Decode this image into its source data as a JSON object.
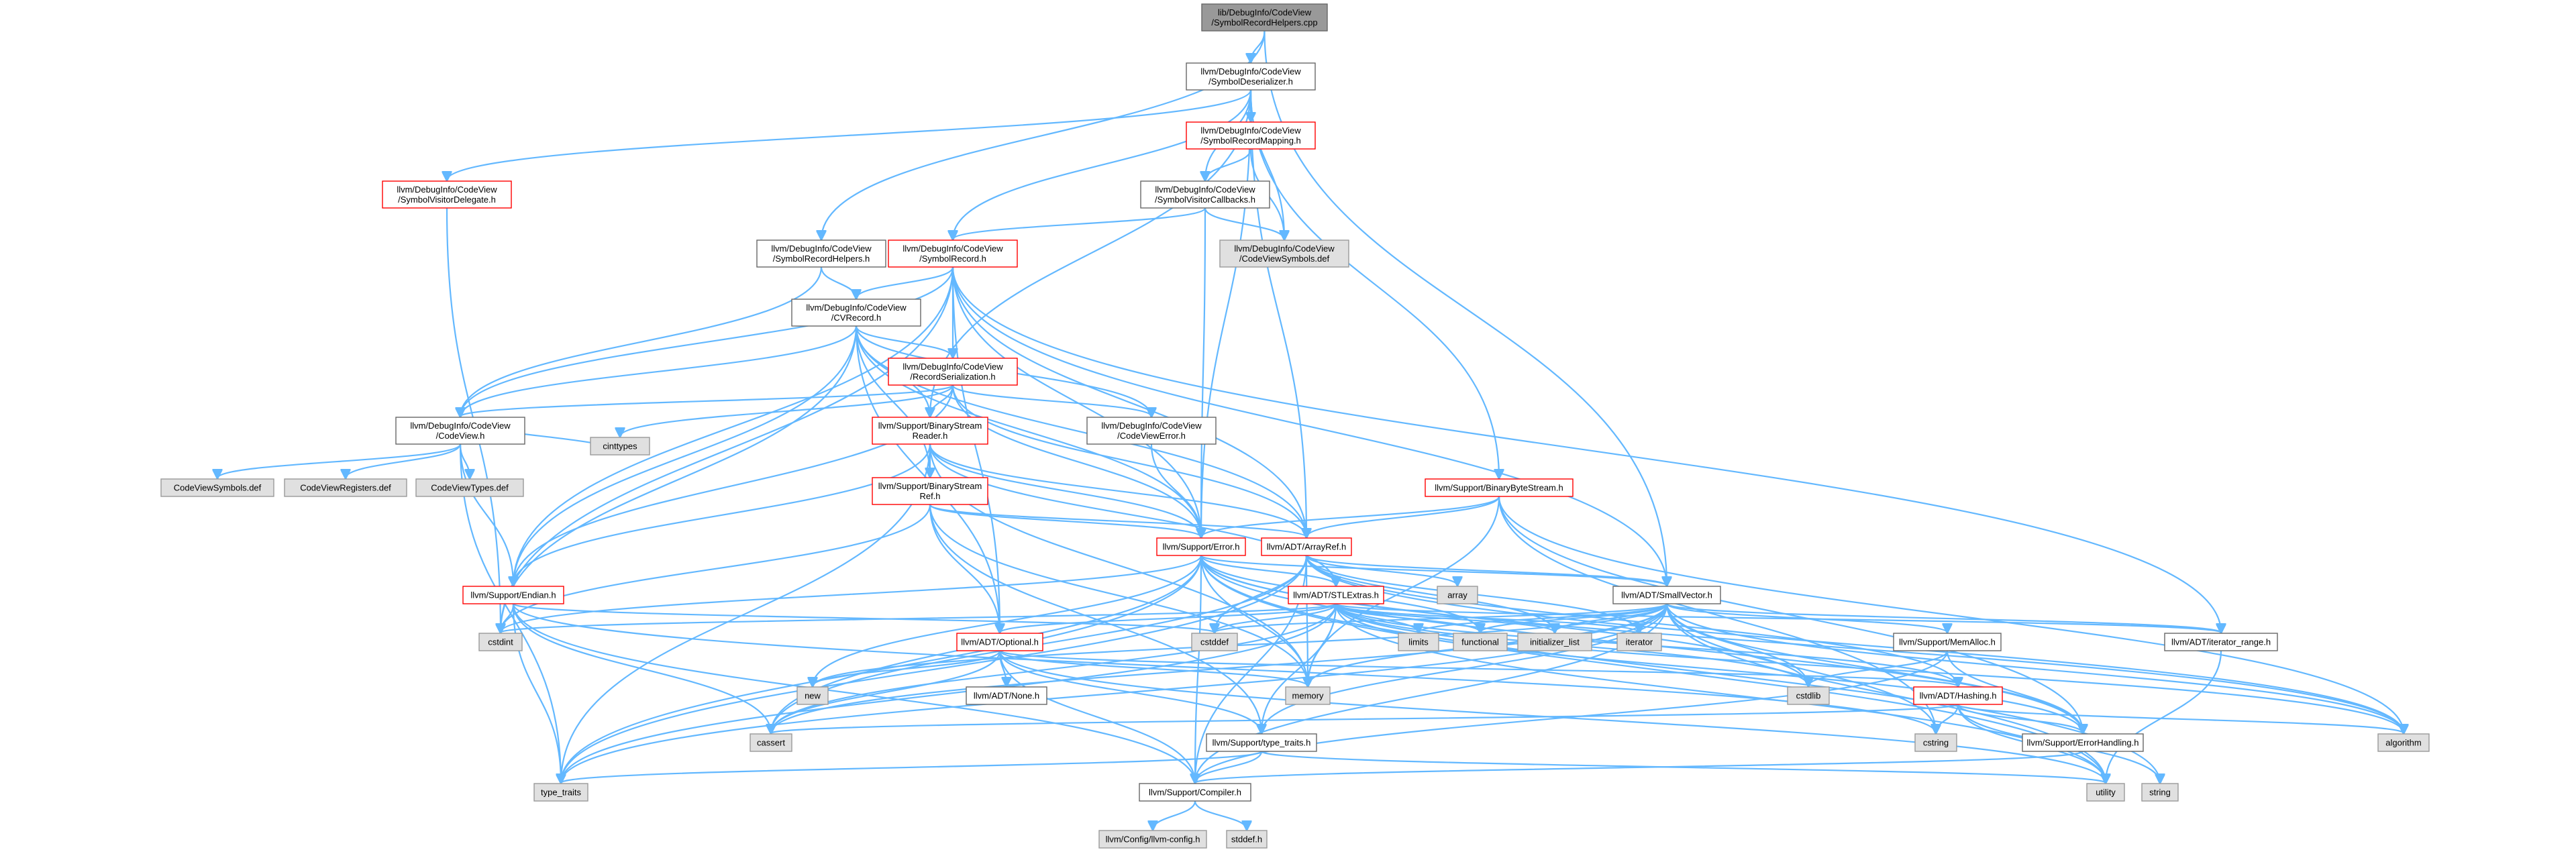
{
  "colors": {
    "edge": "#63b8ff",
    "normal_fill": "#ffffff",
    "normal_stroke": "#666666",
    "highlight_stroke": "#ff0000",
    "external_fill": "#e0e0e0",
    "external_stroke": "#999999",
    "root_fill": "#999999",
    "root_stroke": "#666666"
  },
  "nodes": [
    {
      "id": "root",
      "kind": "root",
      "lines": [
        "lib/DebugInfo/CodeView",
        "/SymbolRecordHelpers.cpp"
      ]
    },
    {
      "id": "symdeser",
      "kind": "normal",
      "lines": [
        "llvm/DebugInfo/CodeView",
        "/SymbolDeserializer.h"
      ]
    },
    {
      "id": "symrecmap",
      "kind": "highlight",
      "lines": [
        "llvm/DebugInfo/CodeView",
        "/SymbolRecordMapping.h"
      ]
    },
    {
      "id": "symvisdel",
      "kind": "highlight",
      "lines": [
        "llvm/DebugInfo/CodeView",
        "/SymbolVisitorDelegate.h"
      ]
    },
    {
      "id": "symviscb",
      "kind": "normal",
      "lines": [
        "llvm/DebugInfo/CodeView",
        "/SymbolVisitorCallbacks.h"
      ]
    },
    {
      "id": "cvsymdef",
      "kind": "external",
      "lines": [
        "llvm/DebugInfo/CodeView",
        "/CodeViewSymbols.def"
      ]
    },
    {
      "id": "symrechelp",
      "kind": "normal",
      "lines": [
        "llvm/DebugInfo/CodeView",
        "/SymbolRecordHelpers.h"
      ]
    },
    {
      "id": "symrec",
      "kind": "highlight",
      "lines": [
        "llvm/DebugInfo/CodeView",
        "/SymbolRecord.h"
      ]
    },
    {
      "id": "cvrecord",
      "kind": "normal",
      "lines": [
        "llvm/DebugInfo/CodeView",
        "/CVRecord.h"
      ]
    },
    {
      "id": "recser",
      "kind": "highlight",
      "lines": [
        "llvm/DebugInfo/CodeView",
        "/RecordSerialization.h"
      ]
    },
    {
      "id": "codeview",
      "kind": "normal",
      "lines": [
        "llvm/DebugInfo/CodeView",
        "/CodeView.h"
      ]
    },
    {
      "id": "bsreader",
      "kind": "highlight",
      "lines": [
        "llvm/Support/BinaryStream",
        "Reader.h"
      ]
    },
    {
      "id": "cverror",
      "kind": "normal",
      "lines": [
        "llvm/DebugInfo/CodeView",
        "/CodeViewError.h"
      ]
    },
    {
      "id": "cvsymbols",
      "kind": "external",
      "lines": [
        "CodeViewSymbols.def"
      ]
    },
    {
      "id": "cvregs",
      "kind": "external",
      "lines": [
        "CodeViewRegisters.def"
      ]
    },
    {
      "id": "cvtypes",
      "kind": "external",
      "lines": [
        "CodeViewTypes.def"
      ]
    },
    {
      "id": "cinttypes",
      "kind": "external",
      "lines": [
        "cinttypes"
      ]
    },
    {
      "id": "bsref",
      "kind": "highlight",
      "lines": [
        "llvm/Support/BinaryStream",
        "Ref.h"
      ]
    },
    {
      "id": "bbstream",
      "kind": "highlight",
      "lines": [
        "llvm/Support/BinaryByteStream.h"
      ]
    },
    {
      "id": "error",
      "kind": "highlight",
      "lines": [
        "llvm/Support/Error.h"
      ]
    },
    {
      "id": "arrayref",
      "kind": "highlight",
      "lines": [
        "llvm/ADT/ArrayRef.h"
      ]
    },
    {
      "id": "endian",
      "kind": "highlight",
      "lines": [
        "llvm/Support/Endian.h"
      ]
    },
    {
      "id": "stlextras",
      "kind": "highlight",
      "lines": [
        "llvm/ADT/STLExtras.h"
      ]
    },
    {
      "id": "array",
      "kind": "external",
      "lines": [
        "array"
      ]
    },
    {
      "id": "smallvec",
      "kind": "normal",
      "lines": [
        "llvm/ADT/SmallVector.h"
      ]
    },
    {
      "id": "cstdint",
      "kind": "external",
      "lines": [
        "cstdint"
      ]
    },
    {
      "id": "optional",
      "kind": "highlight",
      "lines": [
        "llvm/ADT/Optional.h"
      ]
    },
    {
      "id": "cstddef",
      "kind": "external",
      "lines": [
        "cstddef"
      ]
    },
    {
      "id": "limits",
      "kind": "external",
      "lines": [
        "limits"
      ]
    },
    {
      "id": "functional",
      "kind": "external",
      "lines": [
        "functional"
      ]
    },
    {
      "id": "initlist",
      "kind": "external",
      "lines": [
        "initializer_list"
      ]
    },
    {
      "id": "iterator",
      "kind": "external",
      "lines": [
        "iterator"
      ]
    },
    {
      "id": "memalloc",
      "kind": "normal",
      "lines": [
        "llvm/Support/MemAlloc.h"
      ]
    },
    {
      "id": "iterrange",
      "kind": "normal",
      "lines": [
        "llvm/ADT/iterator_range.h"
      ]
    },
    {
      "id": "new",
      "kind": "external",
      "lines": [
        "new"
      ]
    },
    {
      "id": "none",
      "kind": "normal",
      "lines": [
        "llvm/ADT/None.h"
      ]
    },
    {
      "id": "memory",
      "kind": "external",
      "lines": [
        "memory"
      ]
    },
    {
      "id": "cstdlib",
      "kind": "external",
      "lines": [
        "cstdlib"
      ]
    },
    {
      "id": "hashing",
      "kind": "highlight",
      "lines": [
        "llvm/ADT/Hashing.h"
      ]
    },
    {
      "id": "cassert",
      "kind": "external",
      "lines": [
        "cassert"
      ]
    },
    {
      "id": "typetraits",
      "kind": "normal",
      "lines": [
        "llvm/Support/type_traits.h"
      ]
    },
    {
      "id": "cstring",
      "kind": "external",
      "lines": [
        "cstring"
      ]
    },
    {
      "id": "errhandling",
      "kind": "normal",
      "lines": [
        "llvm/Support/ErrorHandling.h"
      ]
    },
    {
      "id": "algorithm",
      "kind": "external",
      "lines": [
        "algorithm"
      ]
    },
    {
      "id": "type_traits",
      "kind": "external",
      "lines": [
        "type_traits"
      ]
    },
    {
      "id": "compiler",
      "kind": "normal",
      "lines": [
        "llvm/Support/Compiler.h"
      ]
    },
    {
      "id": "utility",
      "kind": "external",
      "lines": [
        "utility"
      ]
    },
    {
      "id": "string",
      "kind": "external",
      "lines": [
        "string"
      ]
    },
    {
      "id": "llvmconfig",
      "kind": "external",
      "lines": [
        "llvm/Config/llvm-config.h"
      ]
    },
    {
      "id": "stddef",
      "kind": "external",
      "lines": [
        "stddef.h"
      ]
    }
  ],
  "edges": [
    [
      "root",
      "symdeser"
    ],
    [
      "root",
      "symrechelp"
    ],
    [
      "root",
      "smallvec"
    ],
    [
      "symdeser",
      "symrecmap"
    ],
    [
      "symdeser",
      "symviscb"
    ],
    [
      "symdeser",
      "cvsymdef"
    ],
    [
      "symdeser",
      "symvisdel"
    ],
    [
      "symdeser",
      "symrec"
    ],
    [
      "symdeser",
      "bsreader"
    ],
    [
      "symdeser",
      "bbstream"
    ],
    [
      "symdeser",
      "error"
    ],
    [
      "symdeser",
      "arrayref"
    ],
    [
      "symrecmap",
      "symviscb"
    ],
    [
      "symrecmap",
      "cvsymdef"
    ],
    [
      "symviscb",
      "cvsymdef"
    ],
    [
      "symviscb",
      "symrec"
    ],
    [
      "symviscb",
      "error"
    ],
    [
      "symvisdel",
      "cstdint"
    ],
    [
      "symrechelp",
      "cvrecord"
    ],
    [
      "symrechelp",
      "codeview"
    ],
    [
      "symrec",
      "cvrecord"
    ],
    [
      "symrec",
      "recser"
    ],
    [
      "symrec",
      "codeview"
    ],
    [
      "symrec",
      "arrayref"
    ],
    [
      "symrec",
      "iterrange"
    ],
    [
      "symrec",
      "optional"
    ],
    [
      "symrec",
      "endian"
    ],
    [
      "symrec",
      "error"
    ],
    [
      "symrec",
      "cstdint"
    ],
    [
      "symrec",
      "smallvec"
    ],
    [
      "cvrecord",
      "recser"
    ],
    [
      "cvrecord",
      "codeview"
    ],
    [
      "cvrecord",
      "cverror"
    ],
    [
      "cvrecord",
      "bsreader"
    ],
    [
      "cvrecord",
      "bsref"
    ],
    [
      "cvrecord",
      "arrayref"
    ],
    [
      "cvrecord",
      "optional"
    ],
    [
      "cvrecord",
      "endian"
    ],
    [
      "cvrecord",
      "error"
    ],
    [
      "cvrecord",
      "cstdint"
    ],
    [
      "recser",
      "codeview"
    ],
    [
      "recser",
      "bsreader"
    ],
    [
      "recser",
      "cverror"
    ],
    [
      "recser",
      "arrayref"
    ],
    [
      "recser",
      "endian"
    ],
    [
      "recser",
      "error"
    ],
    [
      "recser",
      "cinttypes"
    ],
    [
      "codeview",
      "cvsymbols"
    ],
    [
      "codeview",
      "cvregs"
    ],
    [
      "codeview",
      "cvtypes"
    ],
    [
      "codeview",
      "cinttypes"
    ],
    [
      "codeview",
      "endian"
    ],
    [
      "codeview",
      "type_traits"
    ],
    [
      "bsreader",
      "bsref"
    ],
    [
      "bsreader",
      "arrayref"
    ],
    [
      "bsreader",
      "endian"
    ],
    [
      "bsreader",
      "error"
    ],
    [
      "bsreader",
      "type_traits"
    ],
    [
      "bsreader",
      "memory"
    ],
    [
      "bsreader",
      "stlextras"
    ],
    [
      "cverror",
      "error"
    ],
    [
      "bsref",
      "arrayref"
    ],
    [
      "bsref",
      "optional"
    ],
    [
      "bsref",
      "error"
    ],
    [
      "bsref",
      "cstdint"
    ],
    [
      "bsref",
      "memory"
    ],
    [
      "bsref",
      "typetraits"
    ],
    [
      "bbstream",
      "arrayref"
    ],
    [
      "bbstream",
      "error"
    ],
    [
      "bbstream",
      "memory"
    ],
    [
      "bbstream",
      "errhandling"
    ],
    [
      "bbstream",
      "algorithm"
    ],
    [
      "bbstream",
      "cstring"
    ],
    [
      "error",
      "stlextras"
    ],
    [
      "error",
      "smallvec"
    ],
    [
      "error",
      "errhandling"
    ],
    [
      "error",
      "compiler"
    ],
    [
      "error",
      "cassert"
    ],
    [
      "error",
      "cstdint"
    ],
    [
      "error",
      "cstdlib"
    ],
    [
      "error",
      "functional"
    ],
    [
      "error",
      "memory"
    ],
    [
      "error",
      "new"
    ],
    [
      "error",
      "string"
    ],
    [
      "error",
      "utility"
    ],
    [
      "error",
      "type_traits"
    ],
    [
      "error",
      "algorithm"
    ],
    [
      "arrayref",
      "stlextras"
    ],
    [
      "arrayref",
      "smallvec"
    ],
    [
      "arrayref",
      "hashing"
    ],
    [
      "arrayref",
      "compiler"
    ],
    [
      "arrayref",
      "algorithm"
    ],
    [
      "arrayref",
      "array"
    ],
    [
      "arrayref",
      "cassert"
    ],
    [
      "arrayref",
      "cstddef"
    ],
    [
      "arrayref",
      "initlist"
    ],
    [
      "arrayref",
      "iterator"
    ],
    [
      "arrayref",
      "memory"
    ],
    [
      "arrayref",
      "type_traits"
    ],
    [
      "arrayref",
      "vector"
    ],
    [
      "endian",
      "compiler"
    ],
    [
      "endian",
      "cassert"
    ],
    [
      "endian",
      "cstddef"
    ],
    [
      "endian",
      "cstdint"
    ],
    [
      "endian",
      "cstring"
    ],
    [
      "endian",
      "type_traits"
    ],
    [
      "stlextras",
      "optional"
    ],
    [
      "stlextras",
      "iterrange"
    ],
    [
      "stlextras",
      "hashing"
    ],
    [
      "stlextras",
      "typetraits"
    ],
    [
      "stlextras",
      "errhandling"
    ],
    [
      "stlextras",
      "cassert"
    ],
    [
      "stlextras",
      "cstddef"
    ],
    [
      "stlextras",
      "cstdint"
    ],
    [
      "stlextras",
      "cstdlib"
    ],
    [
      "stlextras",
      "functional"
    ],
    [
      "stlextras",
      "initlist"
    ],
    [
      "stlextras",
      "iterator"
    ],
    [
      "stlextras",
      "limits"
    ],
    [
      "stlextras",
      "memory"
    ],
    [
      "stlextras",
      "tuple"
    ],
    [
      "stlextras",
      "type_traits"
    ],
    [
      "stlextras",
      "utility"
    ],
    [
      "stlextras",
      "algorithm"
    ],
    [
      "smallvec",
      "memalloc"
    ],
    [
      "smallvec",
      "typetraits"
    ],
    [
      "smallvec",
      "compiler"
    ],
    [
      "smallvec",
      "errhandling"
    ],
    [
      "smallvec",
      "iterrange"
    ],
    [
      "smallvec",
      "algorithm"
    ],
    [
      "smallvec",
      "cassert"
    ],
    [
      "smallvec",
      "cstddef"
    ],
    [
      "smallvec",
      "cstdlib"
    ],
    [
      "smallvec",
      "cstring"
    ],
    [
      "smallvec",
      "functional"
    ],
    [
      "smallvec",
      "initlist"
    ],
    [
      "smallvec",
      "iterator"
    ],
    [
      "smallvec",
      "limits"
    ],
    [
      "smallvec",
      "memory"
    ],
    [
      "smallvec",
      "new"
    ],
    [
      "smallvec",
      "type_traits"
    ],
    [
      "smallvec",
      "utility"
    ],
    [
      "optional",
      "none"
    ],
    [
      "optional",
      "compiler"
    ],
    [
      "optional",
      "typetraits"
    ],
    [
      "optional",
      "cassert"
    ],
    [
      "optional",
      "memory"
    ],
    [
      "optional",
      "new"
    ],
    [
      "optional",
      "utility"
    ],
    [
      "optional",
      "hashing"
    ],
    [
      "memalloc",
      "compiler"
    ],
    [
      "memalloc",
      "errhandling"
    ],
    [
      "memalloc",
      "cstdlib"
    ],
    [
      "iterrange",
      "utility"
    ],
    [
      "hashing",
      "errhandling"
    ],
    [
      "hashing",
      "algorithm"
    ],
    [
      "hashing",
      "cassert"
    ],
    [
      "hashing",
      "cstring"
    ],
    [
      "hashing",
      "string"
    ],
    [
      "hashing",
      "utility"
    ],
    [
      "typetraits",
      "compiler"
    ],
    [
      "typetraits",
      "type_traits"
    ],
    [
      "typetraits",
      "utility"
    ],
    [
      "errhandling",
      "compiler"
    ],
    [
      "compiler",
      "llvmconfig"
    ],
    [
      "compiler",
      "stddef"
    ]
  ]
}
